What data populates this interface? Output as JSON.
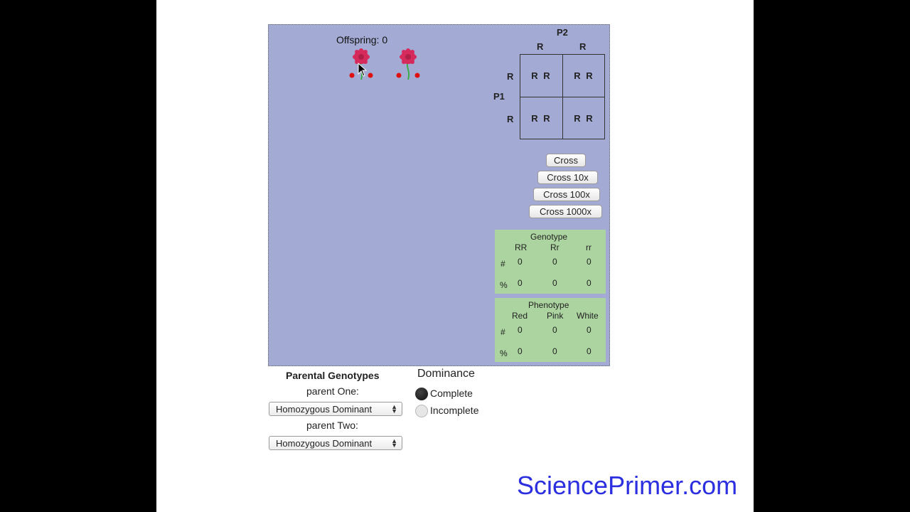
{
  "offspring": {
    "label": "Offspring: 0"
  },
  "punnett": {
    "p2_label": "P2",
    "p1_label": "P1",
    "p2_alleles": [
      "R",
      "R"
    ],
    "p1_alleles": [
      "R",
      "R"
    ],
    "cells": [
      "R R",
      "R R",
      "R R",
      "R R"
    ]
  },
  "buttons": {
    "cross": "Cross",
    "cross10": "Cross 10x",
    "cross100": "Cross 100x",
    "cross1000": "Cross 1000x"
  },
  "genotype_table": {
    "title": "Genotype",
    "cols": [
      "RR",
      "Rr",
      "rr"
    ],
    "row_count_label": "#",
    "row_percent_label": "%",
    "counts": [
      "0",
      "0",
      "0"
    ],
    "percents": [
      "0",
      "0",
      "0"
    ]
  },
  "phenotype_table": {
    "title": "Phenotype",
    "cols": [
      "Red",
      "Pink",
      "White"
    ],
    "row_count_label": "#",
    "row_percent_label": "%",
    "counts": [
      "0",
      "0",
      "0"
    ],
    "percents": [
      "0",
      "0",
      "0"
    ]
  },
  "parental": {
    "heading": "Parental Genotypes",
    "parent_one_label": "parent One:",
    "parent_one_value": "Homozygous Dominant",
    "parent_two_label": "parent Two:",
    "parent_two_value": "Homozygous Dominant"
  },
  "dominance": {
    "heading": "Dominance",
    "options": [
      "Complete",
      "Incomplete"
    ],
    "selected": "Complete"
  },
  "colors": {
    "panel_bg": "#a3aad3",
    "table_bg": "#acd4a0",
    "flower": "#d62a5c",
    "brand": "#2b2fe0"
  },
  "brand": {
    "text": "SciencePrimer.com"
  }
}
